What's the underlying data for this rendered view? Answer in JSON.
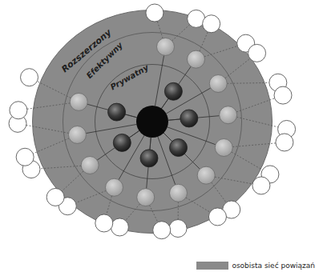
{
  "diagram": {
    "nodes": [
      {
        "text": [
          "Rozszerzony"
        ]
      },
      {
        "text": [
          "Efektywny"
        ],
        "in": 0
      },
      {
        "text": [
          "Prywatny"
        ],
        "in": 1
      }
    ],
    "legend": [
      {
        "text": "osobista sieć powiązań",
        "color": "#8a8a8a"
      }
    ]
  }
}
